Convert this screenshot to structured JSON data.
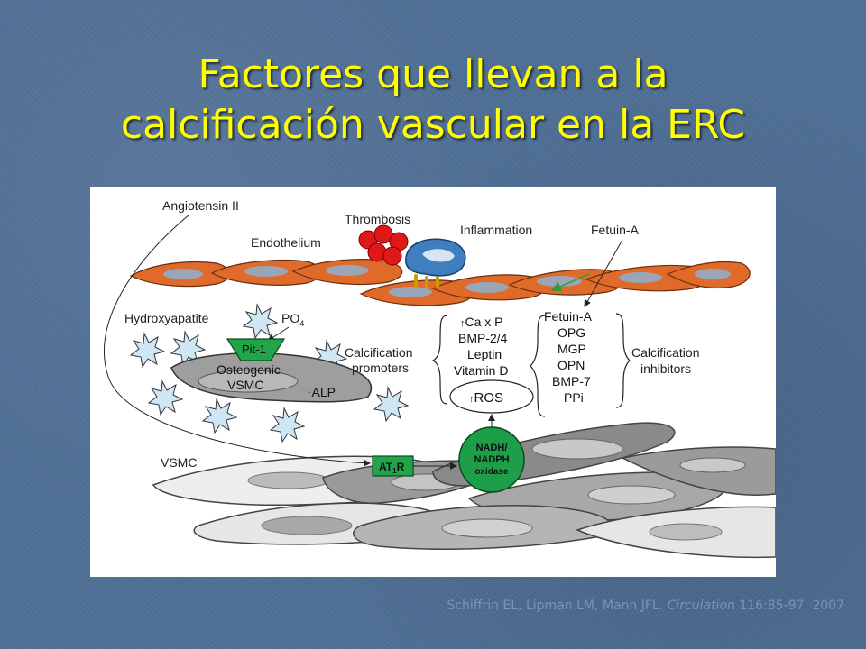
{
  "slide": {
    "title_line1": "Factores que llevan a la",
    "title_line2": "calcificación vascular en la ERC"
  },
  "diagram": {
    "labels": {
      "angiotensin": "Angiotensin II",
      "thrombosis": "Thrombosis",
      "inflammation": "Inflammation",
      "fetuin_top": "Fetuin-A",
      "endothelium": "Endothelium",
      "hydroxyapatite": "Hydroxyapatite",
      "po4": "PO",
      "po4_sub": "4",
      "pit1": "Pit-1",
      "osteogenic": "Osteogenic",
      "vsmc_inner": "VSMC",
      "alp": "ALP",
      "calc_promoters_1": "Calcification",
      "calc_promoters_2": "promoters",
      "calc_inhibitors_1": "Calcification",
      "calc_inhibitors_2": "inhibitors",
      "ros": "ROS",
      "vsmc": "VSMC",
      "at1r": "AT",
      "at1r_sub": "1",
      "at1r_r": "R",
      "nadh_1": "NADH/",
      "nadh_2": "NADPH",
      "nadh_3": "oxidase"
    },
    "promoters": [
      "Ca x P",
      "BMP-2/4",
      "Leptin",
      "Vitamin D"
    ],
    "inhibitors": [
      "Fetuin-A",
      "OPG",
      "MGP",
      "OPN",
      "BMP-7",
      "PPi"
    ],
    "colors": {
      "endothelium": "#e06a2a",
      "pit1": "#22a54a",
      "nadh": "#1f9e4a",
      "thrombus": "#e01818",
      "monocyte": "#3f7fc0"
    }
  },
  "citation": {
    "authors": "Schiffrin EL, Lipman LM, Mann JFL. ",
    "journal": "Circulation",
    "ref": " 116:85-97, 2007"
  }
}
